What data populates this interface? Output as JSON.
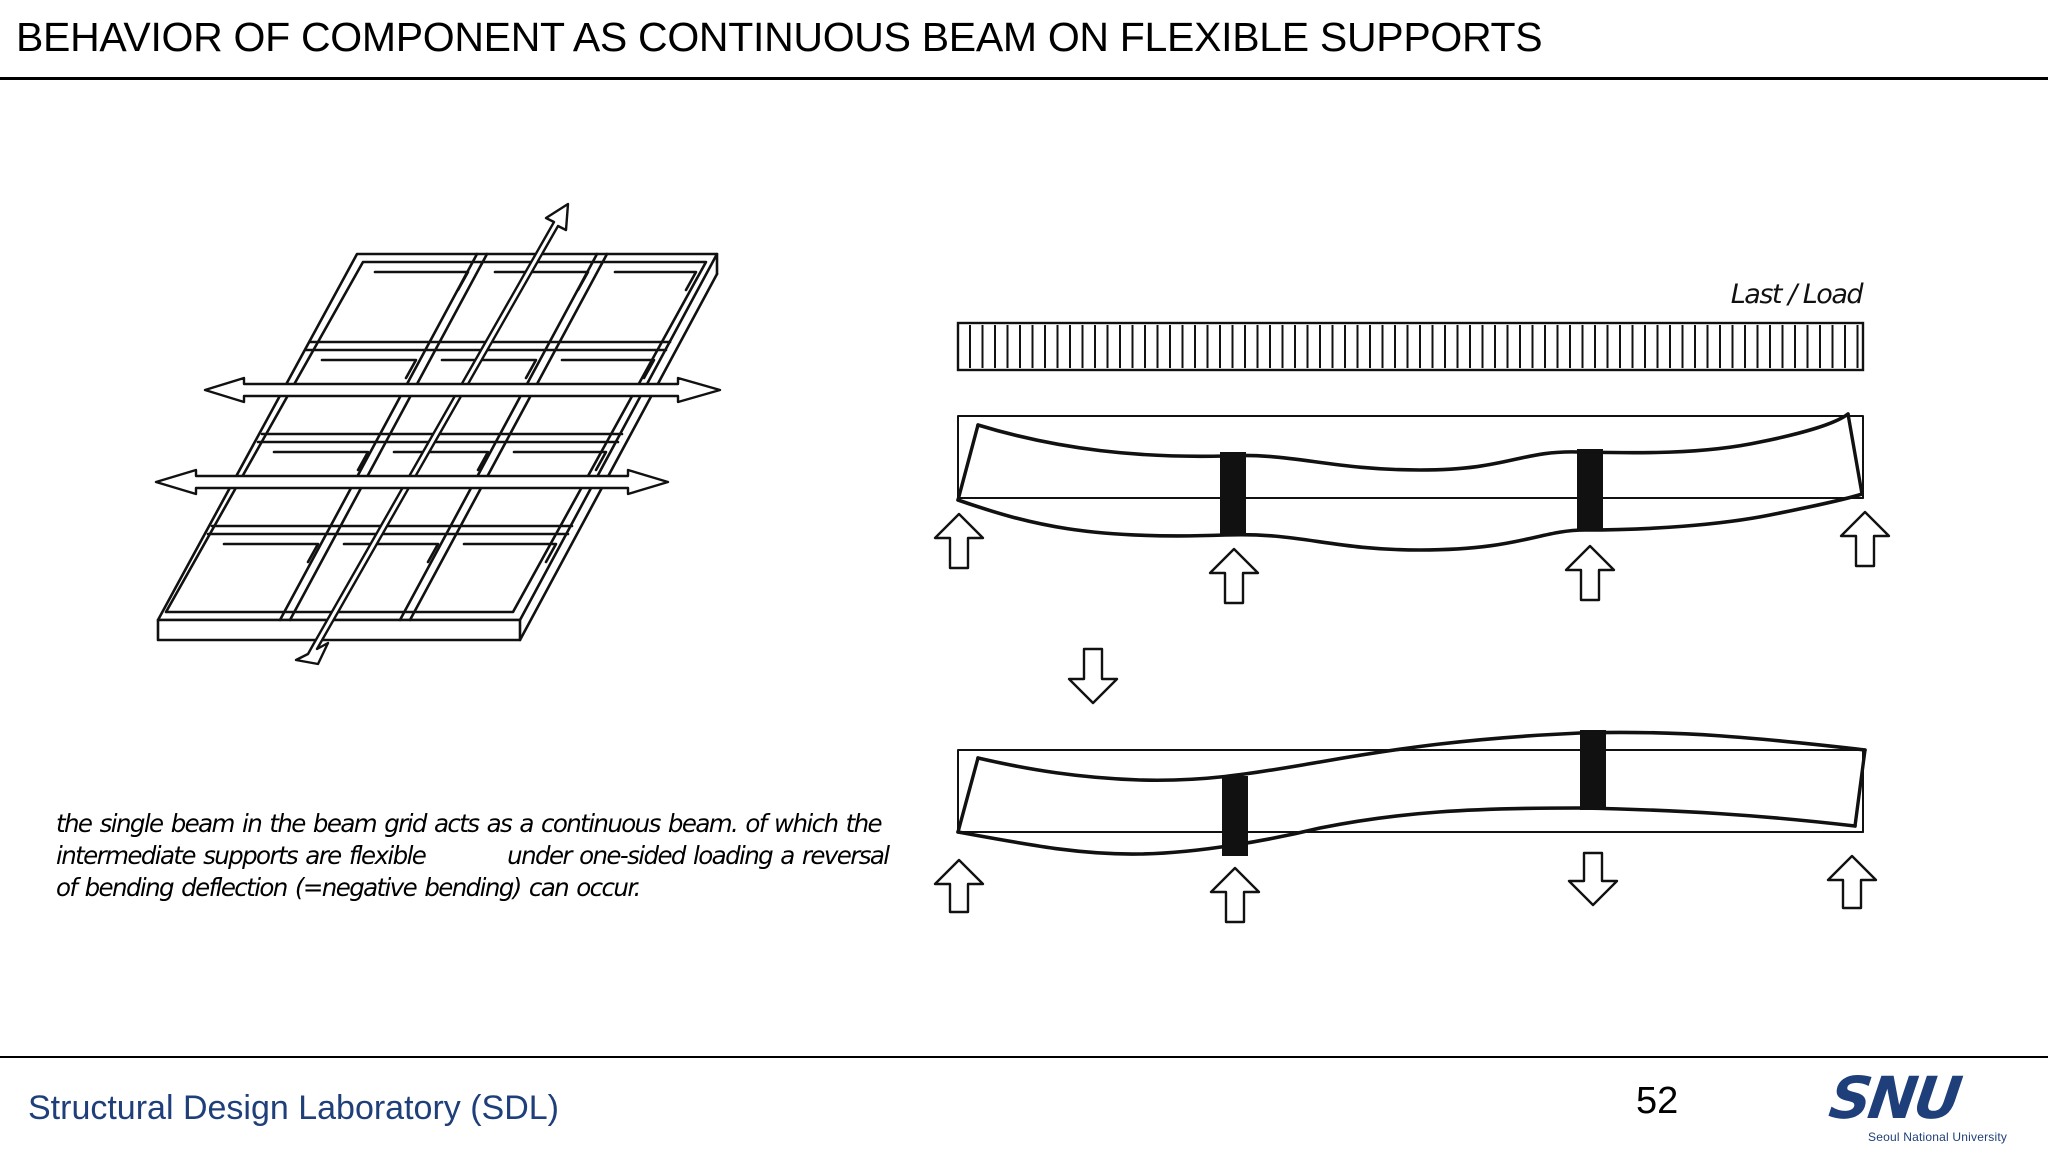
{
  "slide": {
    "title": "BEHAVIOR OF COMPONENT AS CONTINUOUS BEAM ON FLEXIBLE SUPPORTS"
  },
  "figure_right": {
    "load_label": "Last / Load"
  },
  "caption": {
    "lines": [
      "the single beam in the beam grid acts as a continuous beam. of which the",
      "intermediate supports are flexible          under one-sided loading a reversal",
      "of bending deflection (=negative bending) can occur."
    ]
  },
  "footer": {
    "lab": "Structural Design Laboratory (SDL)",
    "page_number": "52",
    "logo_word": "SNU",
    "logo_sub": "Seoul National University"
  },
  "colors": {
    "brand_blue": "#1f3f7a",
    "ink": "#111111"
  },
  "icons": {
    "arrow_up": "support-reaction-arrow-up-icon",
    "arrow_down": "load-arrow-down-icon"
  }
}
